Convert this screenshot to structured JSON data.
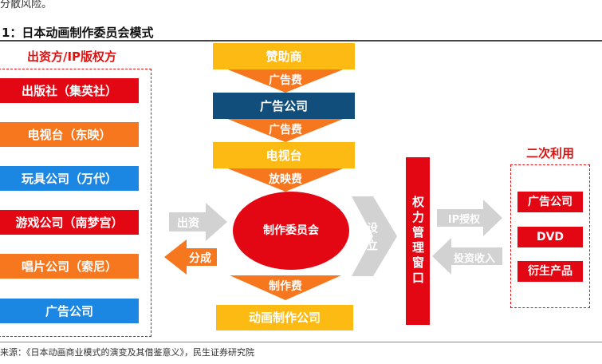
{
  "header": {
    "top_text": "分散风险。",
    "figure_title": "1：日本动画制作委员会模式"
  },
  "left_group": {
    "title": "出资方/IP版权方",
    "items": [
      {
        "label": "出版社（集英社）",
        "color": "#e30613"
      },
      {
        "label": "电视台（东映）",
        "color": "#f7771e"
      },
      {
        "label": "玩具公司（万代）",
        "color": "#1c86e3"
      },
      {
        "label": "游戏公司（南梦宫）",
        "color": "#e30613"
      },
      {
        "label": "唱片公司（索尼）",
        "color": "#f7771e"
      },
      {
        "label": "广告公司",
        "color": "#1c86e3"
      }
    ]
  },
  "center": {
    "sponsor": "赞助商",
    "fee1": "广告费",
    "ad_company": "广告公司",
    "fee2": "广告费",
    "tv": "电视台",
    "fee3": "放映费",
    "committee": "制作委员会",
    "fee4": "制作费",
    "studio": "动画制作公司"
  },
  "flows": {
    "invest": "出资",
    "share": "分成",
    "setup": "设立",
    "ip_license": "IP授权",
    "invest_income": "投资收入"
  },
  "rights_window": "权力管理窗口",
  "right_group": {
    "title": "二次利用",
    "items": [
      "广告公司",
      "DVD",
      "衍生产品"
    ]
  },
  "source": "来源：《日本动画商业模式的演变及其借鉴意义》，民生证券研究院",
  "colors": {
    "red": "#e30613",
    "orange": "#f7771e",
    "blue": "#1c86e3",
    "navy": "#114e7c",
    "yellow": "#fdba12",
    "gray_arrow": "#d2d2d2"
  }
}
